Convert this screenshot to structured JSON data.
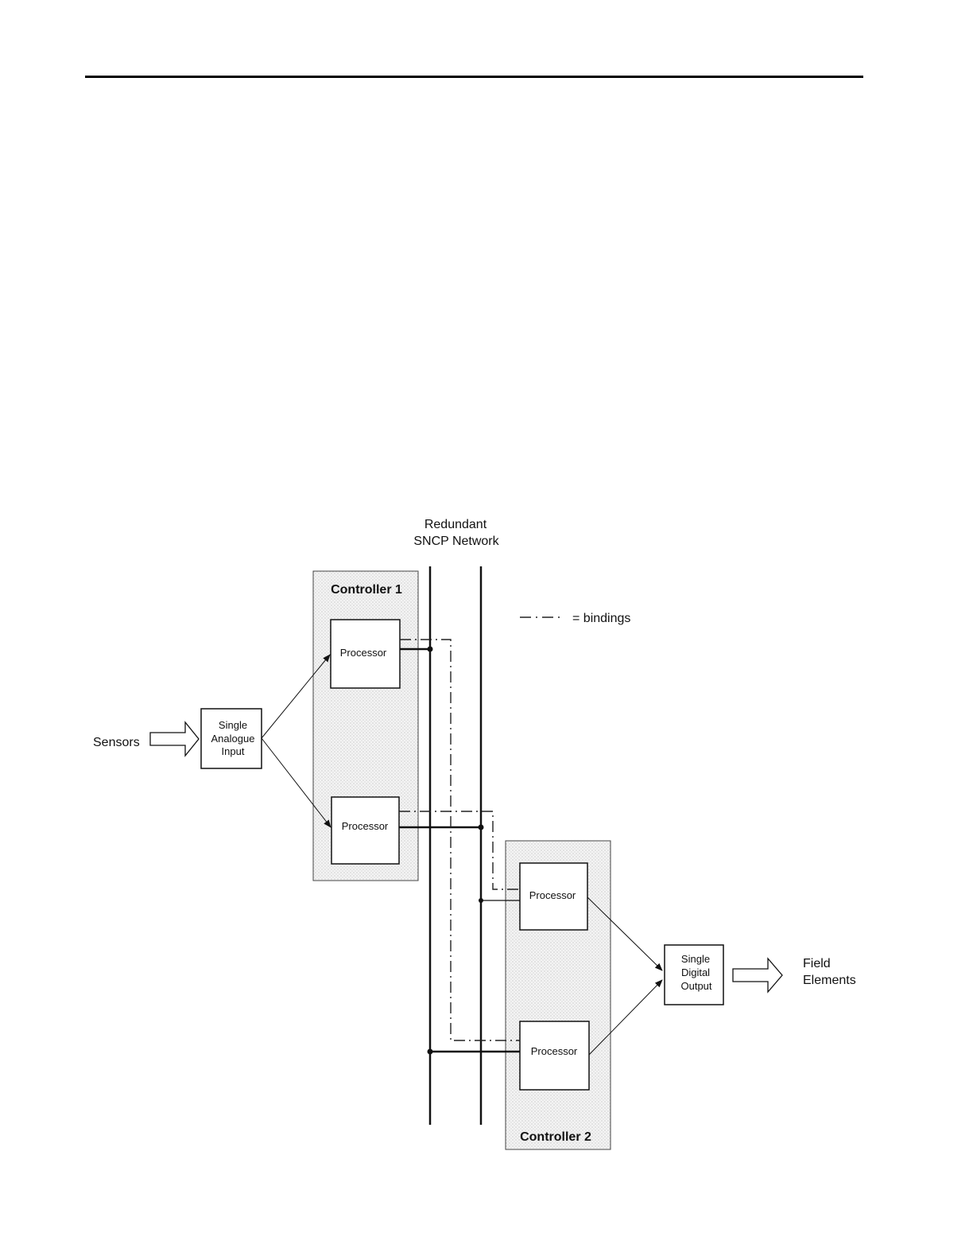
{
  "network": {
    "label_line1": "Redundant",
    "label_line2": "SNCP Network"
  },
  "legend": {
    "label": "= bindings"
  },
  "controller1": {
    "title": "Controller 1",
    "processor_top": "Processor",
    "processor_bottom": "Processor"
  },
  "controller2": {
    "title": "Controller 2",
    "processor_top": "Processor",
    "processor_bottom": "Processor"
  },
  "input": {
    "source_label": "Sensors",
    "box_line1": "Single",
    "box_line2": "Analogue",
    "box_line3": "Input"
  },
  "output": {
    "box_line1": "Single",
    "box_line2": "Digital",
    "box_line3": "Output",
    "target_line1": "Field",
    "target_line2": "Elements"
  },
  "colors": {
    "line": "#111111",
    "box_fill": "#ffffff",
    "controller_fill": "#f2f2f2"
  }
}
